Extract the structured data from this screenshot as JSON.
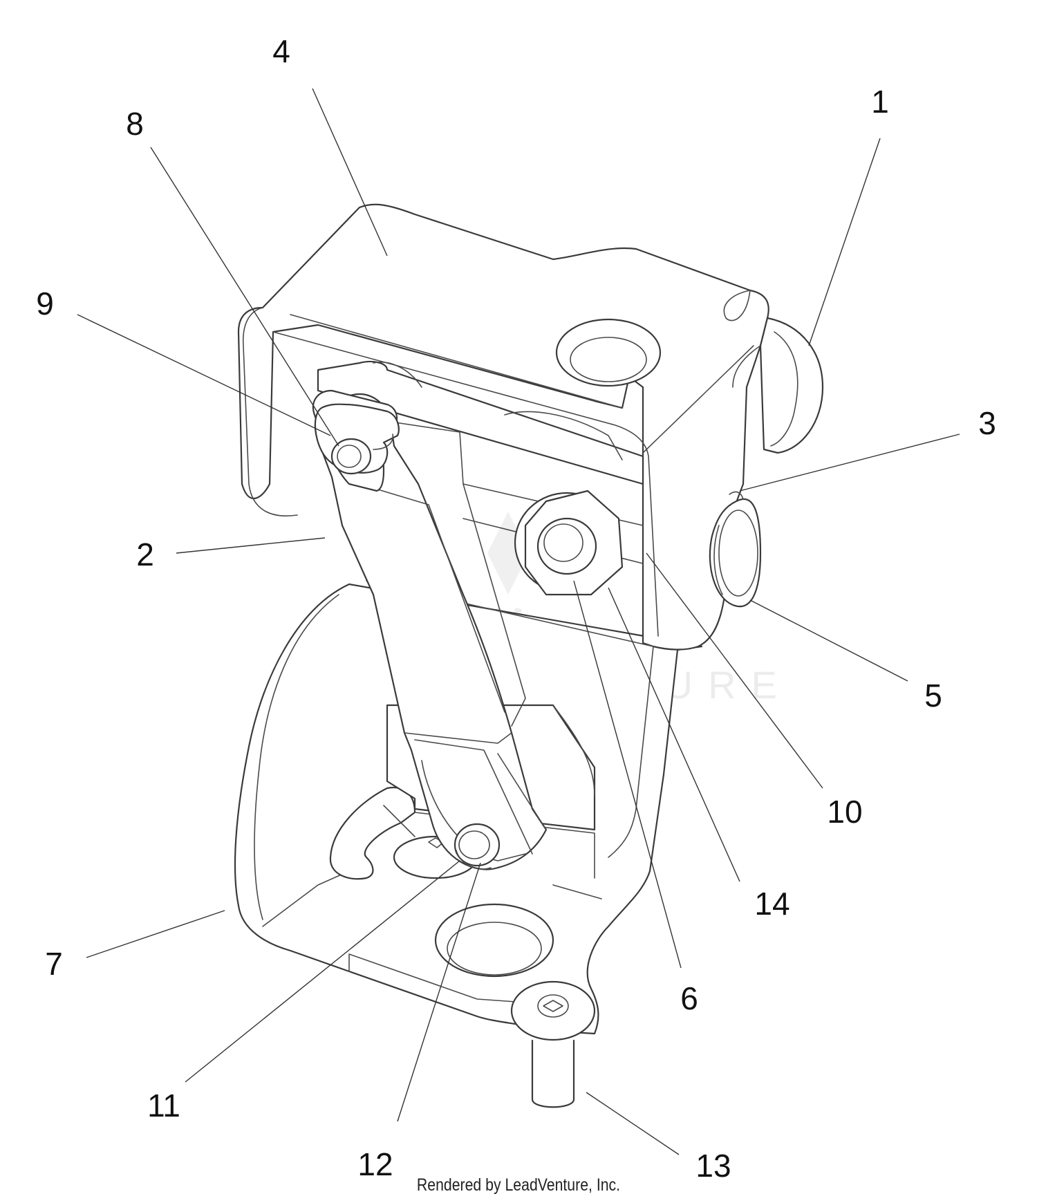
{
  "callouts": [
    {
      "id": "1",
      "label": "1"
    },
    {
      "id": "2",
      "label": "2"
    },
    {
      "id": "3",
      "label": "3"
    },
    {
      "id": "4",
      "label": "4"
    },
    {
      "id": "5",
      "label": "5"
    },
    {
      "id": "6",
      "label": "6"
    },
    {
      "id": "7",
      "label": "7"
    },
    {
      "id": "8",
      "label": "8"
    },
    {
      "id": "9",
      "label": "9"
    },
    {
      "id": "10",
      "label": "10"
    },
    {
      "id": "11",
      "label": "11"
    },
    {
      "id": "12",
      "label": "12"
    },
    {
      "id": "13",
      "label": "13"
    },
    {
      "id": "14",
      "label": "14"
    }
  ],
  "watermark": "LEADVENTURE",
  "footer": "Rendered by LeadVenture, Inc."
}
